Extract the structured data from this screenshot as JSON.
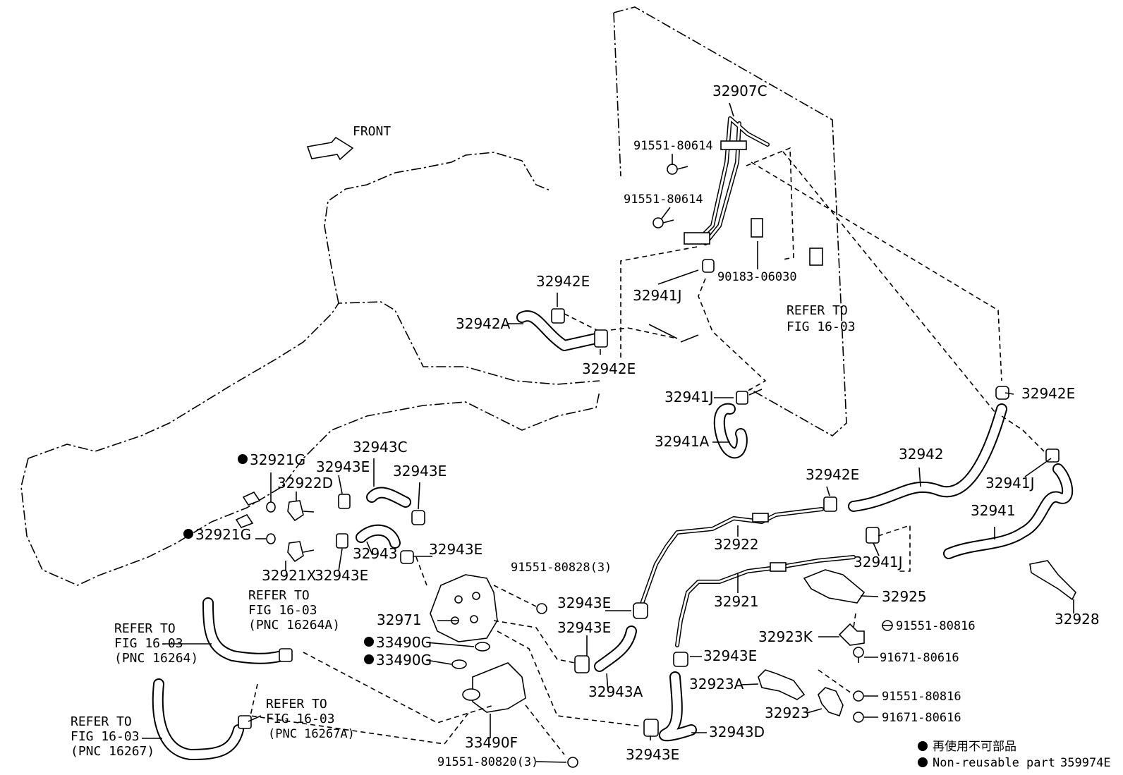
{
  "front_label": "FRONT",
  "labels": {
    "p32907C": "32907C",
    "p91551_80614_a": "91551-80614",
    "p91551_80614_b": "91551-80614",
    "p90183_06030": "90183-06030",
    "p32941J_top": "32941J",
    "p32942E_a": "32942E",
    "p32942A": "32942A",
    "p32942E_b": "32942E",
    "p32941J_mid": "32941J",
    "p32941A": "32941A",
    "p32942E_right": "32942E",
    "p32942": "32942",
    "p32942E_mid": "32942E",
    "p32941J_right": "32941J",
    "p32941": "32941",
    "p32941J_low": "32941J",
    "p32922": "32922",
    "p32921": "32921",
    "p32925": "32925",
    "p32928": "32928",
    "p91551_80816_a": "91551-80816",
    "p32923K": "32923K",
    "p91671_80616_a": "91671-80616",
    "p32923A": "32923A",
    "p91551_80816_b": "91551-80816",
    "p32923": "32923",
    "p91671_80616_b": "91671-80616",
    "p32943E_r1": "32943E",
    "p32943E_r2": "32943E",
    "p32943A": "32943A",
    "p32943E_r3": "32943E",
    "p32943D": "32943D",
    "p32943E_bottom": "32943E",
    "p91551_80828": "91551-80828(3)",
    "p32971": "32971",
    "p33490G_a": "33490G",
    "p33490G_b": "33490G",
    "p33490F": "33490F",
    "p91551_80820": "91551-80820(3)",
    "p32921G_a": "32921G",
    "p32922D": "32922D",
    "p32921G_b": "32921G",
    "p32921X": "32921X",
    "p32943C": "32943C",
    "p32943E_l1": "32943E",
    "p32943E_l2": "32943E",
    "p32943": "32943",
    "p32943E_l3": "32943E",
    "p32943E_l4": "32943E"
  },
  "refs": {
    "ref_top_1": "REFER TO",
    "ref_top_2": "FIG 16-03",
    "ref_a_1": "REFER TO",
    "ref_a_2": "FIG 16-03",
    "ref_a_3": "(PNC 16264A)",
    "ref_b_1": "REFER TO",
    "ref_b_2": "FIG 16-03",
    "ref_b_3": "(PNC 16264)",
    "ref_c_1": "REFER TO",
    "ref_c_2": "FIG 16-03",
    "ref_c_3": "(PNC 16267A)",
    "ref_d_1": "REFER TO",
    "ref_d_2": "FIG 16-03",
    "ref_d_3": "(PNC 16267)"
  },
  "legend": {
    "jp": "再使用不可部品",
    "en": "Non-reusable part"
  },
  "figure_id": "359974E"
}
